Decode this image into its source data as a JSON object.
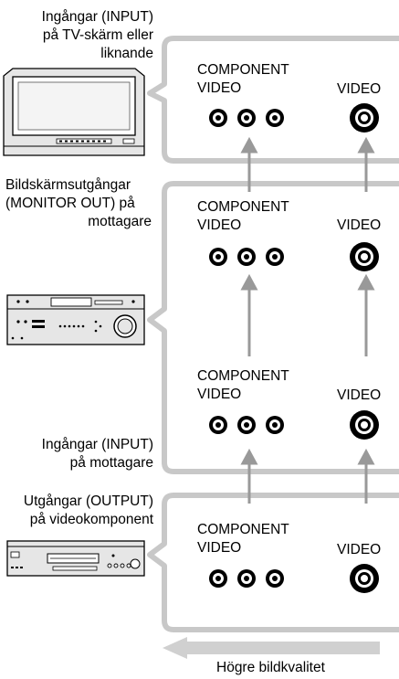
{
  "device_labels": {
    "tv_input": [
      "Ingångar (INPUT)",
      "på TV-skärm eller",
      "liknande"
    ],
    "receiver_monitor_out": [
      "Bildskärmsutgångar",
      "(MONITOR OUT) på",
      "mottagare"
    ],
    "receiver_input": [
      "Ingångar (INPUT)",
      "på mottagare"
    ],
    "component_output": [
      "Utgångar (OUTPUT)",
      "på videokomponent"
    ]
  },
  "jack_panels": [
    {
      "component_label": [
        "COMPONENT",
        "VIDEO"
      ],
      "video_label": "VIDEO"
    },
    {
      "component_label": [
        "COMPONENT",
        "VIDEO"
      ],
      "video_label": "VIDEO"
    },
    {
      "component_label": [
        "COMPONENT",
        "VIDEO"
      ],
      "video_label": "VIDEO"
    },
    {
      "component_label": [
        "COMPONENT",
        "VIDEO"
      ],
      "video_label": "VIDEO"
    }
  ],
  "footer": {
    "quality_caption": "Högre bildkvalitet"
  },
  "colors": {
    "frame": "#c8c8c8",
    "arrow": "#999999",
    "device_body": "#e6e6e6",
    "line": "#000000"
  }
}
